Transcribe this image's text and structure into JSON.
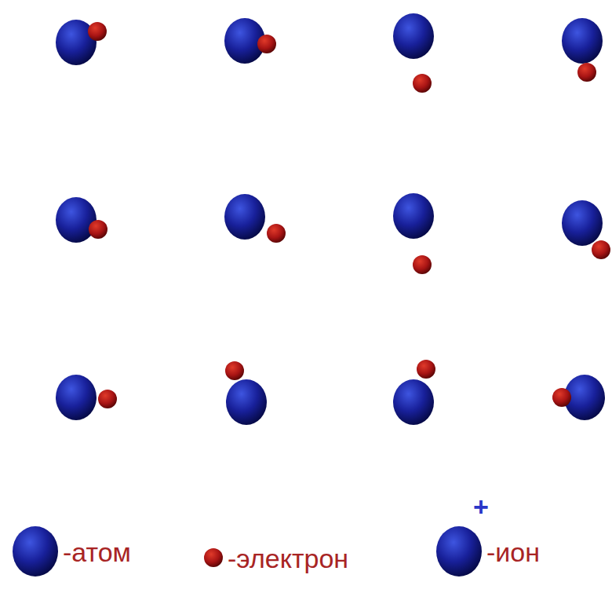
{
  "diagram": {
    "labels": [
      "+"
    ],
    "legend": [
      {
        "text": "-атом"
      },
      {
        "text": "-электрон"
      },
      {
        "text": "-ион"
      }
    ]
  }
}
